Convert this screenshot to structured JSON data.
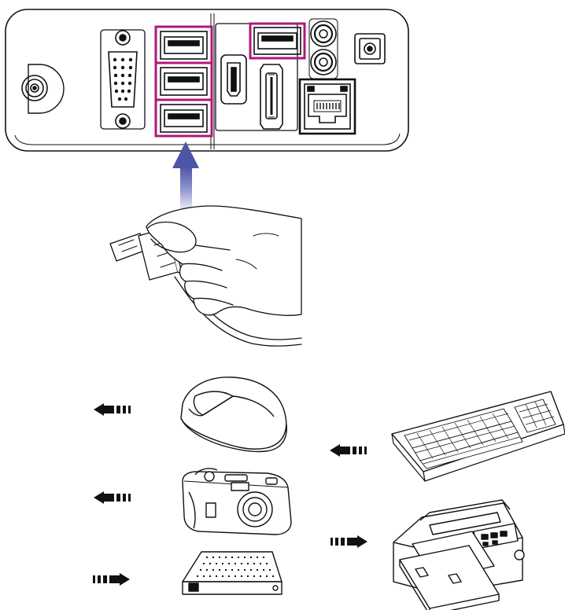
{
  "colors": {
    "line": "#111111",
    "port_highlight": "#b0177a",
    "insert_arrow": "#5a5fae",
    "arrow_fill": "#111111",
    "panel_fill": "#ffffff"
  },
  "icons": {
    "panel": "back-panel-icon",
    "hand": "hand-with-usb-plug-icon",
    "mouse": "mouse-icon",
    "camera": "digital-camera-icon",
    "drive": "external-drive-icon",
    "keyboard": "keyboard-icon",
    "printer": "printer-icon"
  },
  "arrows": {
    "insert": "up",
    "mouse": "left",
    "camera": "left",
    "drive": "right",
    "keyboard": "left",
    "printer": "right"
  }
}
